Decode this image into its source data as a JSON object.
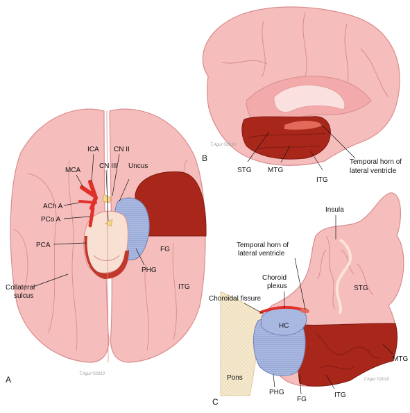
{
  "panels": {
    "a": {
      "letter": "A",
      "labels": {
        "ica": "ICA",
        "cn2": "CN II",
        "cn3": "CN III",
        "mca": "MCA",
        "uncus": "Uncus",
        "acha": "ACh A",
        "pcoa": "PCo A",
        "pca": "PCA",
        "fg": "FG",
        "phg": "PHG",
        "itg": "ITG",
        "collateral1": "Collateral",
        "collateral2": "sulcus"
      }
    },
    "b": {
      "letter": "B",
      "labels": {
        "stg": "STG",
        "mtg": "MTG",
        "itg": "ITG",
        "horn1": "Temporal horn of",
        "horn2": "lateral ventricle"
      }
    },
    "c": {
      "letter": "C",
      "labels": {
        "insula": "Insula",
        "horn1": "Temporal horn of",
        "horn2": "lateral ventricle",
        "choroid1": "Choroid",
        "choroid2": "plexus",
        "fissure": "Choroidal fissure",
        "hc": "HC",
        "stg": "STG",
        "mtg": "MTG",
        "pons": "Pons",
        "phg": "PHG",
        "fg": "FG",
        "itg": "ITG"
      }
    }
  },
  "signatures": {
    "a": "T.Agur ©2010",
    "b": "T.Agur ©2010",
    "c": "T.Agur ©2010"
  },
  "colors": {
    "brain_pink": "#f6bdbd",
    "brain_outline": "#d98c8c",
    "dark_red": "#a8271a",
    "artery_red": "#e0302a",
    "blue": "#a9b8e0",
    "nerve_yellow": "#f7d98a",
    "pale": "#fbe4d6"
  }
}
